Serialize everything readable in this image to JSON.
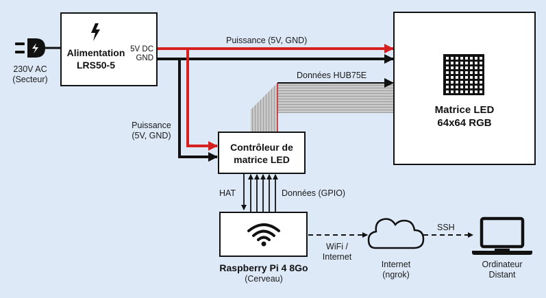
{
  "colors": {
    "background": "#dde9f7",
    "power_positive": "#d61f1f",
    "power_ground": "#111111",
    "ribbon": "#b8b8b8"
  },
  "plug": {
    "icon": "power-plug-icon",
    "label_line1": "230V AC",
    "label_line2": "(Secteur)"
  },
  "power_supply": {
    "icon": "lightning-bolt-icon",
    "title_line1": "Alimentation",
    "title_line2": "LRS50-5",
    "port_5v": "5V DC",
    "port_gnd": "GND"
  },
  "edges": {
    "power_to_matrix": "Puissance (5V, GND)",
    "power_to_controller_line1": "Puissance",
    "power_to_controller_line2": "(5V, GND)",
    "hub75e": "Données HUB75E",
    "hat": "HAT",
    "gpio": "Données (GPIO)",
    "wifi_line1": "WiFi /",
    "wifi_line2": "Internet",
    "ssh": "SSH"
  },
  "led_matrix": {
    "icon": "led-grid-icon",
    "title_line1": "Matrice LED",
    "title_line2": "64x64 RGB"
  },
  "controller": {
    "title_line1": "Contrôleur de",
    "title_line2": "matrice LED"
  },
  "raspberry_pi": {
    "icon": "wifi-icon",
    "title": "Raspberry Pi 4 8Go",
    "subtitle": "(Cerveau)"
  },
  "internet": {
    "icon": "cloud-icon",
    "label_line1": "Internet",
    "label_line2": "(ngrok)"
  },
  "remote_computer": {
    "icon": "laptop-icon",
    "label_line1": "Ordinateur",
    "label_line2": "Distant"
  }
}
